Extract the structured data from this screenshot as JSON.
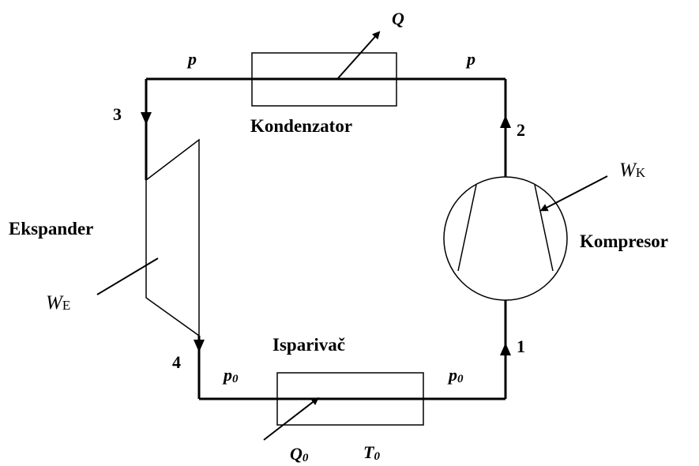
{
  "components": {
    "condenser": "Kondenzator",
    "evaporator": "Isparivač",
    "expander": "Ekspander",
    "compressor": "Kompresor"
  },
  "states": {
    "s1": "1",
    "s2": "2",
    "s3": "3",
    "s4": "4"
  },
  "pressures": {
    "high_left": "p",
    "high_right": "p",
    "low_left_base": "p",
    "low_left_sub": "0",
    "low_right_base": "p",
    "low_right_sub": "0"
  },
  "energy": {
    "heat_out": "Q",
    "heat_in_base": "Q",
    "heat_in_sub": "0",
    "temp_base": "T",
    "temp_sub": "0",
    "work_compressor_base": "W",
    "work_compressor_sub": "K",
    "work_expander_base": "W",
    "work_expander_sub": "E"
  }
}
